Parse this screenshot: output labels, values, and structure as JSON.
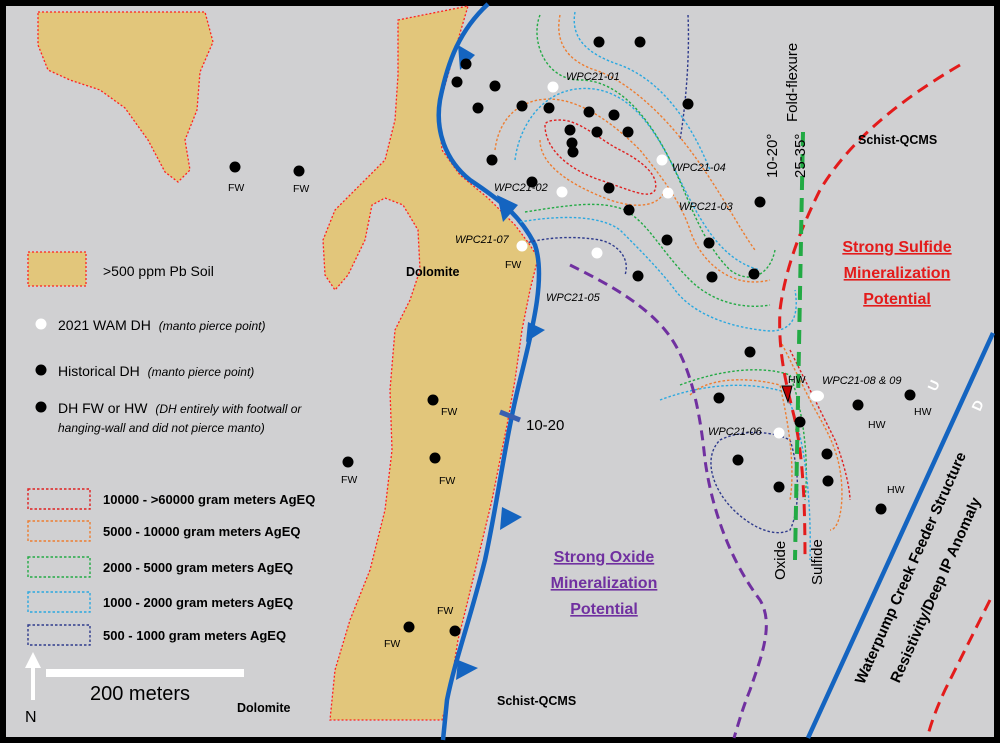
{
  "colors": {
    "background": "#d0d0d2",
    "soil_fill": "#e2c67b",
    "soil_border": "#ff2020",
    "fault_blue": "#1464c0",
    "red_line": "#e31b1b",
    "green_line": "#22aa44",
    "purple_line": "#7030a0",
    "contour_red": "#e02020",
    "contour_orange": "#ed7d31",
    "contour_green": "#22aa44",
    "contour_cyan": "#2aa8e0",
    "contour_navy": "#2e3a8c"
  },
  "units": {
    "dolomite_nw": "Dolomite",
    "dolomite_s": "Dolomite",
    "schist_ne": "Schist-QCMS",
    "schist_s": "Schist-QCMS"
  },
  "zones": {
    "sulfide_1": "Strong Sulfide",
    "sulfide_2": "Mineralization",
    "sulfide_3": "Potential",
    "oxide_1": "Strong Oxide",
    "oxide_2": "Mineralization",
    "oxide_3": "Potential"
  },
  "structures": {
    "fold_flexure": "Fold-flexure",
    "dip_1": "10-20°",
    "dip_2": "25-35°",
    "fault_dip": "10-20",
    "oxide": "Oxide",
    "sulfide": "Sulfide",
    "feeder_1": "Waterpump Creek Feeder Structure",
    "feeder_2": "Resistivity/Deep IP Anomaly",
    "up": "U",
    "down": "D"
  },
  "holes": {
    "wpc21_01": "WPC21-01",
    "wpc21_02": "WPC21-02",
    "wpc21_03": "WPC21-03",
    "wpc21_04": "WPC21-04",
    "wpc21_05": "WPC21-05",
    "wpc21_06": "WPC21-06",
    "wpc21_07": "WPC21-07",
    "wpc21_08": "WPC21-08 & 09"
  },
  "tags": {
    "fw": "FW",
    "hw": "HW"
  },
  "legend": {
    "soil": ">500 ppm Pb Soil",
    "wam_main": "2021 WAM DH",
    "wam_note": "(manto pierce point)",
    "hist_main": "Historical  DH",
    "hist_note": "(manto pierce point)",
    "fwhw_main": "DH FW or HW",
    "fwhw_note1": "(DH entirely with footwall or",
    "fwhw_note2": "hanging-wall and did not pierce manto)",
    "c1": "10000 - >60000 gram meters AgEQ",
    "c2": "5000 - 10000 gram meters AgEQ",
    "c3": "2000 - 5000 gram meters AgEQ",
    "c4": "1000 - 2000 gram meters AgEQ",
    "c5": "500 - 1000 gram meters AgEQ"
  },
  "scale": {
    "label": "200 meters",
    "north": "N"
  }
}
